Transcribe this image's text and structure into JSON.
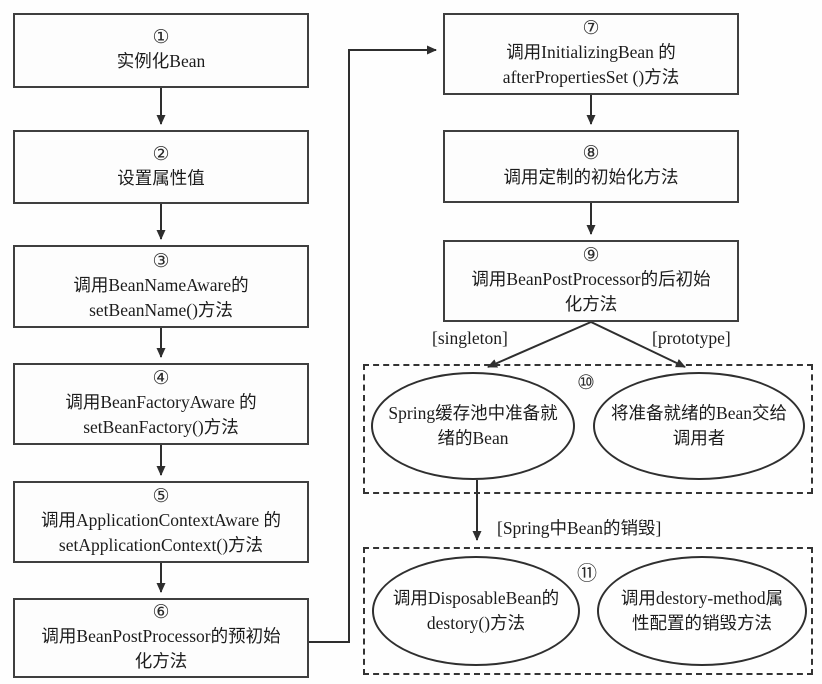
{
  "colors": {
    "background": "#fefefe",
    "line": "#2e2e2e",
    "text": "#1c1c1c"
  },
  "process_boxes": [
    {
      "num": "①",
      "text": "实例化Bean"
    },
    {
      "num": "②",
      "text": "设置属性值"
    },
    {
      "num": "③",
      "text": "调用BeanNameAware的\nsetBeanName()方法"
    },
    {
      "num": "④",
      "text": "调用BeanFactoryAware 的\nsetBeanFactory()方法"
    },
    {
      "num": "⑤",
      "text": "调用ApplicationContextAware 的\nsetApplicationContext()方法"
    },
    {
      "num": "⑥",
      "text": "调用BeanPostProcessor的预初始\n化方法"
    },
    {
      "num": "⑦",
      "text": "调用InitializingBean 的\nafterPropertiesSet ()方法"
    },
    {
      "num": "⑧",
      "text": "调用定制的初始化方法"
    },
    {
      "num": "⑨",
      "text": "调用BeanPostProcessor的后初始\n化方法"
    }
  ],
  "branch_labels": {
    "left": "[singleton]",
    "right": "[prototype]"
  },
  "singleton_group": {
    "num": "⑩",
    "left_ellipse": "Spring缓存池中准备就\n绪的Bean",
    "right_ellipse": "将准备就绪的Bean交给\n调用者"
  },
  "destroy_label": "[Spring中Bean的销毁]",
  "destroy_group": {
    "num": "⑪",
    "left_ellipse": "调用DisposableBean的\ndestory()方法",
    "right_ellipse": "调用destory-method属\n性配置的销毁方法"
  }
}
